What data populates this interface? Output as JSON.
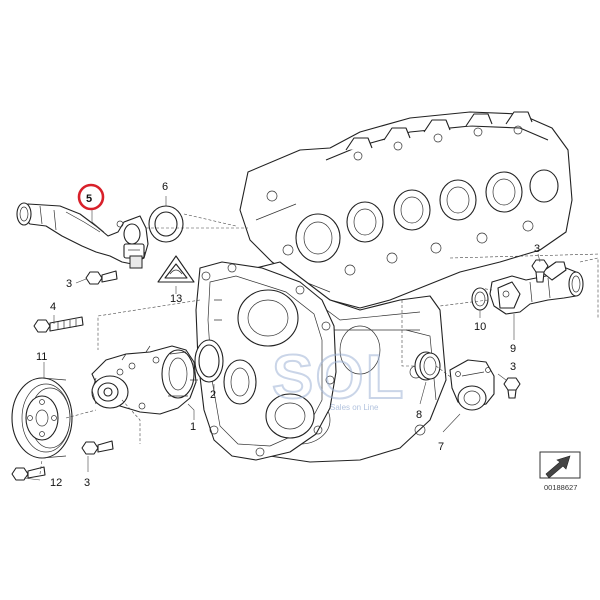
{
  "diagram": {
    "callouts": {
      "c1": "1",
      "c2": "2",
      "c3a": "3",
      "c3b": "3",
      "c3c": "3",
      "c3d": "3",
      "c4": "4",
      "c5": "5",
      "c6": "6",
      "c7": "7",
      "c8": "8",
      "c9": "9",
      "c10": "10",
      "c11": "11",
      "c12": "12",
      "c13": "13"
    },
    "highlighted_part": "5",
    "reference_number": "00188627",
    "watermark": {
      "logo": "SOL",
      "tagline": "Sales on Line"
    }
  }
}
